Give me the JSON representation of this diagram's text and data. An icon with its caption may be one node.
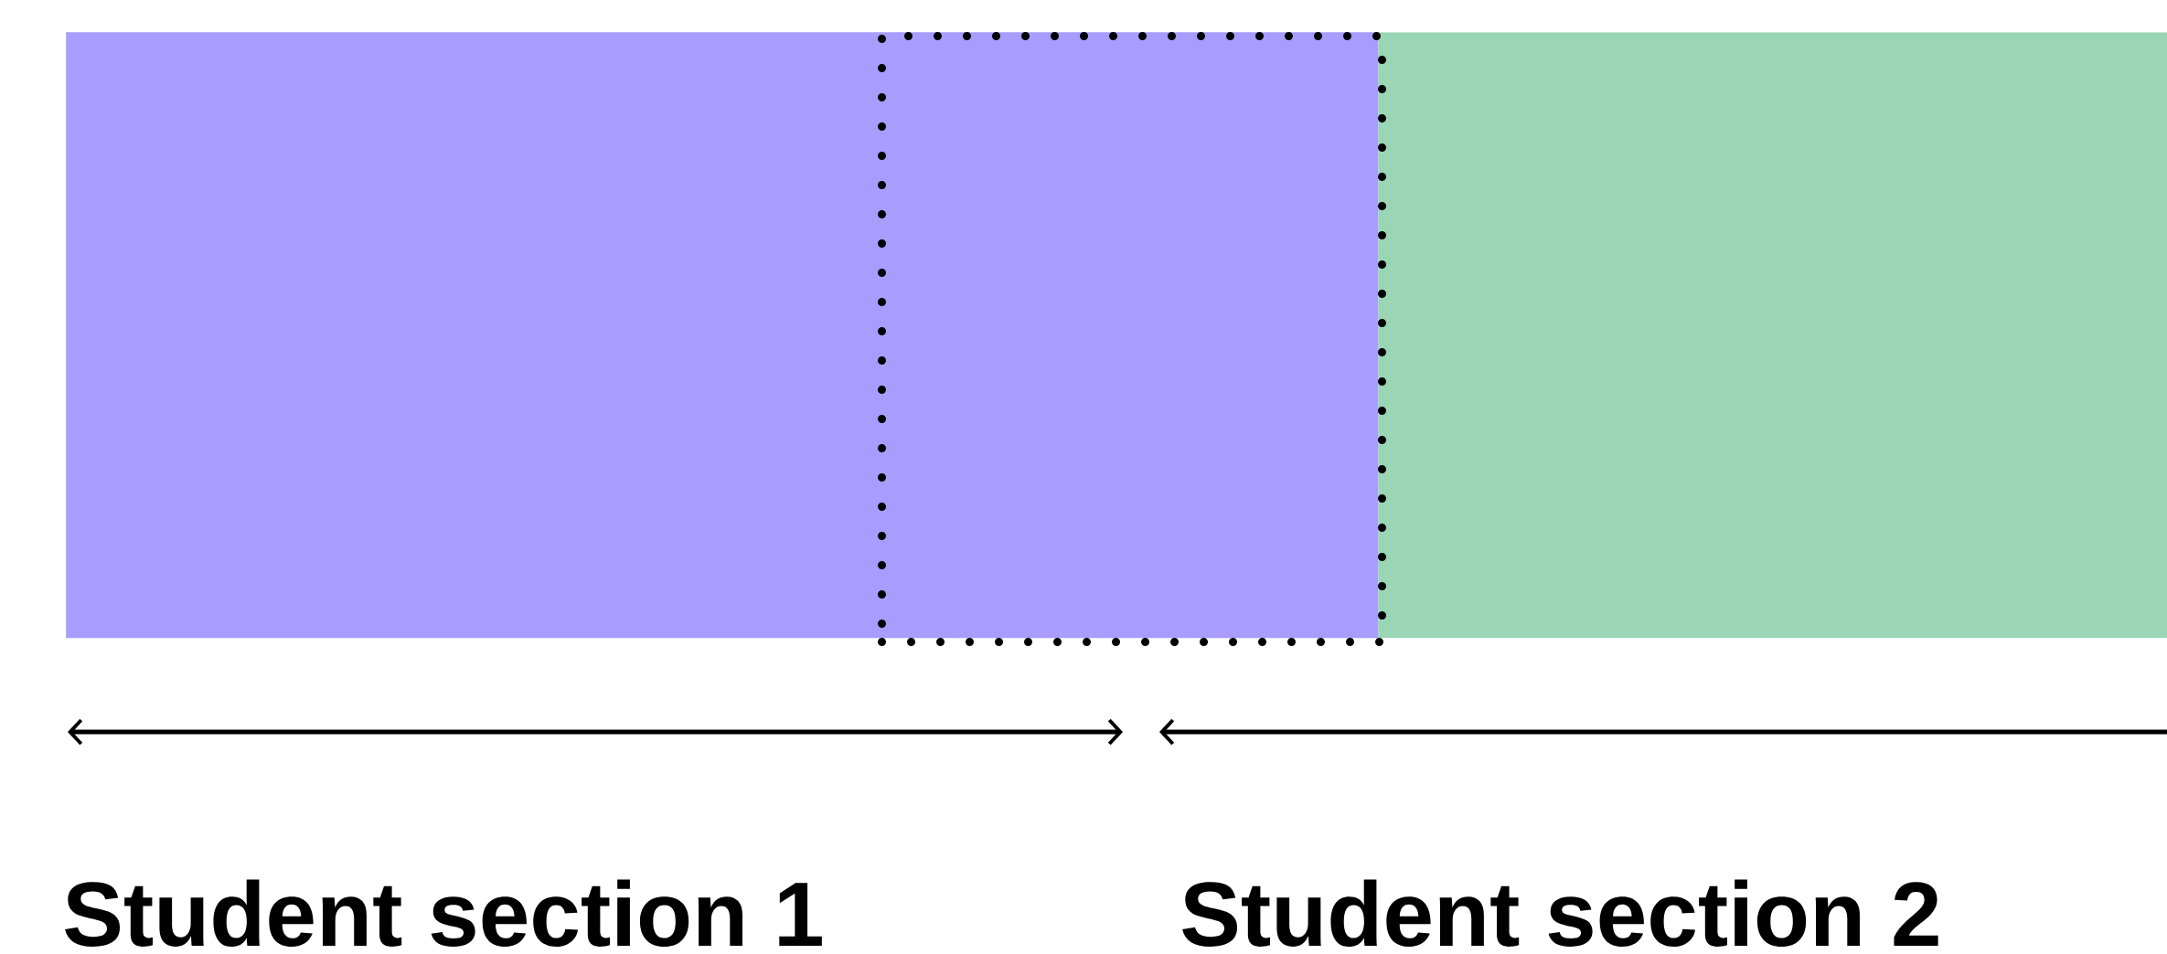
{
  "diagram": {
    "nodes": [
      {
        "text": [],
        "shape": "bar"
      },
      {
        "text": [],
        "shape": "bar"
      },
      {
        "text": [],
        "shape": "box",
        "in": 0
      }
    ],
    "labels": [
      "Student section 1",
      "Student section 2"
    ]
  }
}
